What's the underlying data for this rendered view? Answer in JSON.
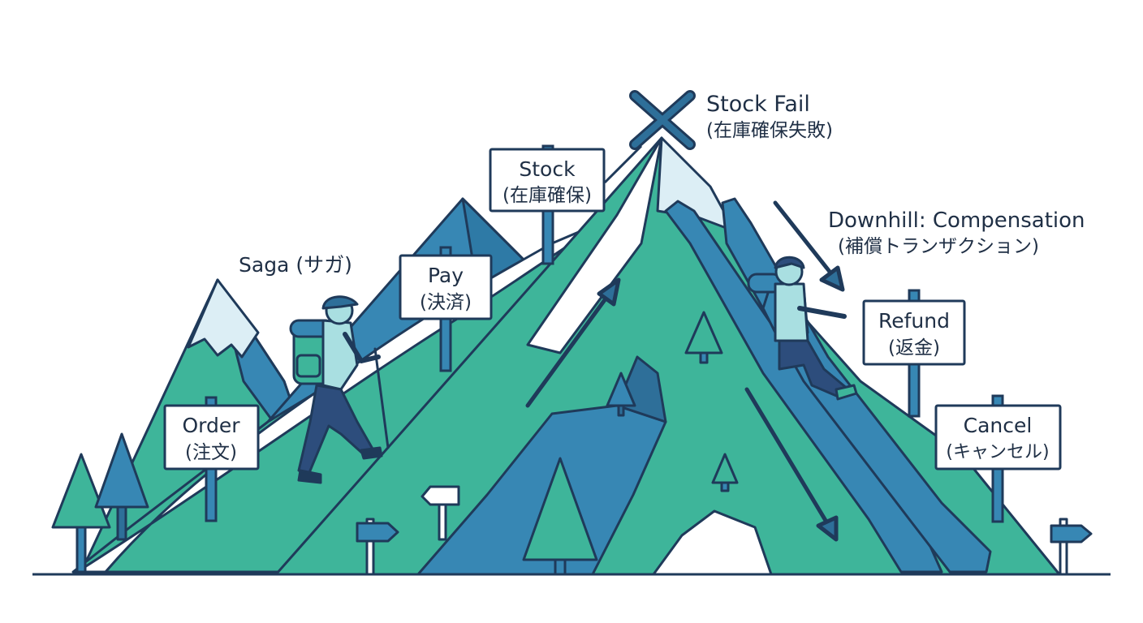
{
  "colors": {
    "outline": "#1f3a5a",
    "mountain_green": "#3eb59a",
    "mountain_blue": "#3787b4",
    "snow": "#dceef5",
    "path": "#ffffff",
    "text": "#1f2f45"
  },
  "labels": {
    "saga": "Saga (サガ)",
    "stock_fail_en": "Stock Fail",
    "stock_fail_ja": "(在庫確保失敗)",
    "downhill_en": "Downhill: Compensation",
    "downhill_ja": "(補償トランザクション)"
  },
  "signs": {
    "order": {
      "en": "Order",
      "ja": "(注文)"
    },
    "pay": {
      "en": "Pay",
      "ja": "(決済)"
    },
    "stock": {
      "en": "Stock",
      "ja": "(在庫確保)"
    },
    "refund": {
      "en": "Refund",
      "ja": "(返金)"
    },
    "cancel": {
      "en": "Cancel",
      "ja": "(キャンセル)"
    }
  },
  "icons": {
    "fail_marker": "x-mark-icon",
    "hiker_up": "hiker-climbing-icon",
    "hiker_down": "hiker-sliding-icon"
  }
}
